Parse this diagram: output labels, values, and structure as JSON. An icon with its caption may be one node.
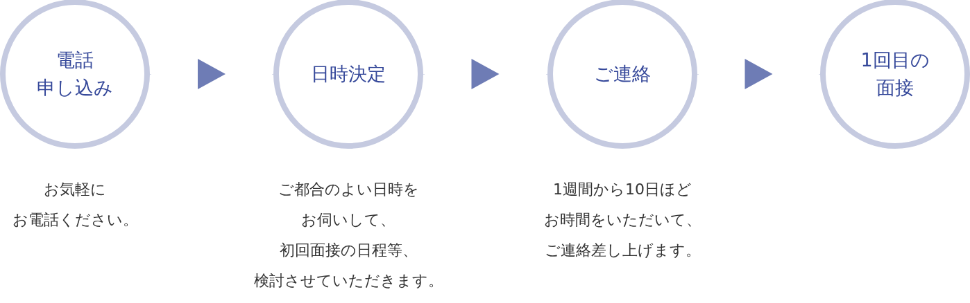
{
  "diagram": {
    "nodes": [
      {
        "text": [
          "電話申し込み"
        ],
        "beside": [
          "お気軽にお電話ください。"
        ]
      },
      {
        "text": [
          "日時決定"
        ],
        "beside": [
          "ご都合のよい日時をお伺いして、初回面接の日程等、検討させていただきます。"
        ]
      },
      {
        "text": [
          "ご連絡"
        ],
        "beside": [
          "1週間から10日ほどお時間をいただいて、ご連絡差し上げます。"
        ]
      },
      {
        "text": [
          "1回目の面接"
        ]
      }
    ],
    "edges": [
      {
        "from": 0,
        "to": 1,
        "arrow": "to"
      },
      {
        "from": 1,
        "to": 2,
        "arrow": "to"
      },
      {
        "from": 2,
        "to": 3,
        "arrow": "to"
      }
    ]
  }
}
